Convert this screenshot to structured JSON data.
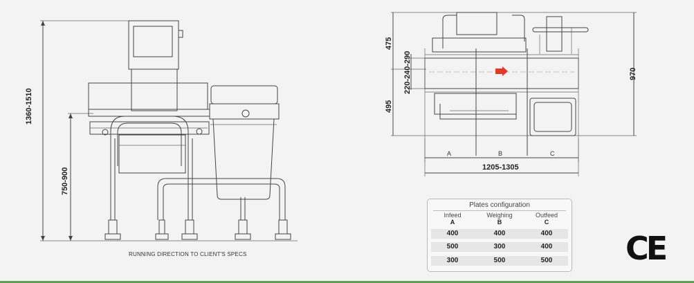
{
  "side_view": {
    "dim_total_height": "1360-1510",
    "dim_conveyor_height": "750-900",
    "caption": "RUNNING DIRECTION TO CLIENT'S SPECS"
  },
  "top_view": {
    "dim_top": "475",
    "dim_belt_width": "220-240-290",
    "dim_bottom": "495",
    "dim_depth": "970",
    "dim_length": "1205-1305",
    "section_a": "A",
    "section_b": "B",
    "section_c": "C"
  },
  "plates_table": {
    "title": "Plates configuration",
    "columns": [
      {
        "name": "Infeed",
        "letter": "A"
      },
      {
        "name": "Weighing",
        "letter": "B"
      },
      {
        "name": "Outfeed",
        "letter": "C"
      }
    ],
    "rows": [
      [
        "400",
        "400",
        "400"
      ],
      [
        "500",
        "300",
        "400"
      ],
      [
        "300",
        "500",
        "500"
      ]
    ]
  },
  "ce_mark": "CE",
  "colors": {
    "accent_bar": "#5aa34a",
    "arrow": "#e23a2a"
  }
}
